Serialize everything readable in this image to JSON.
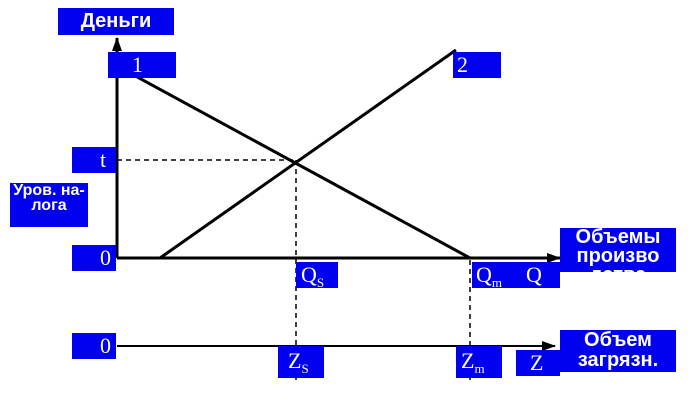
{
  "labels": {
    "money": "Деньги",
    "line1": "1",
    "line2": "2",
    "t": "t",
    "tax_level": "Уров. на-лога",
    "zero_top": "0",
    "qs_main": "Q",
    "qs_sub": "S",
    "qm_main": "Q",
    "qm_sub": "m",
    "q_axis": "Q",
    "production": "Объемы произво дства",
    "zero_bottom": "0",
    "zs_main": "Z",
    "zs_sub": "S",
    "zm_main": "Z",
    "zm_sub": "m",
    "z_axis": "Z",
    "pollution": "Объем загрязн."
  },
  "colors": {
    "label_bg": "#0000ee",
    "line": "#000000"
  }
}
